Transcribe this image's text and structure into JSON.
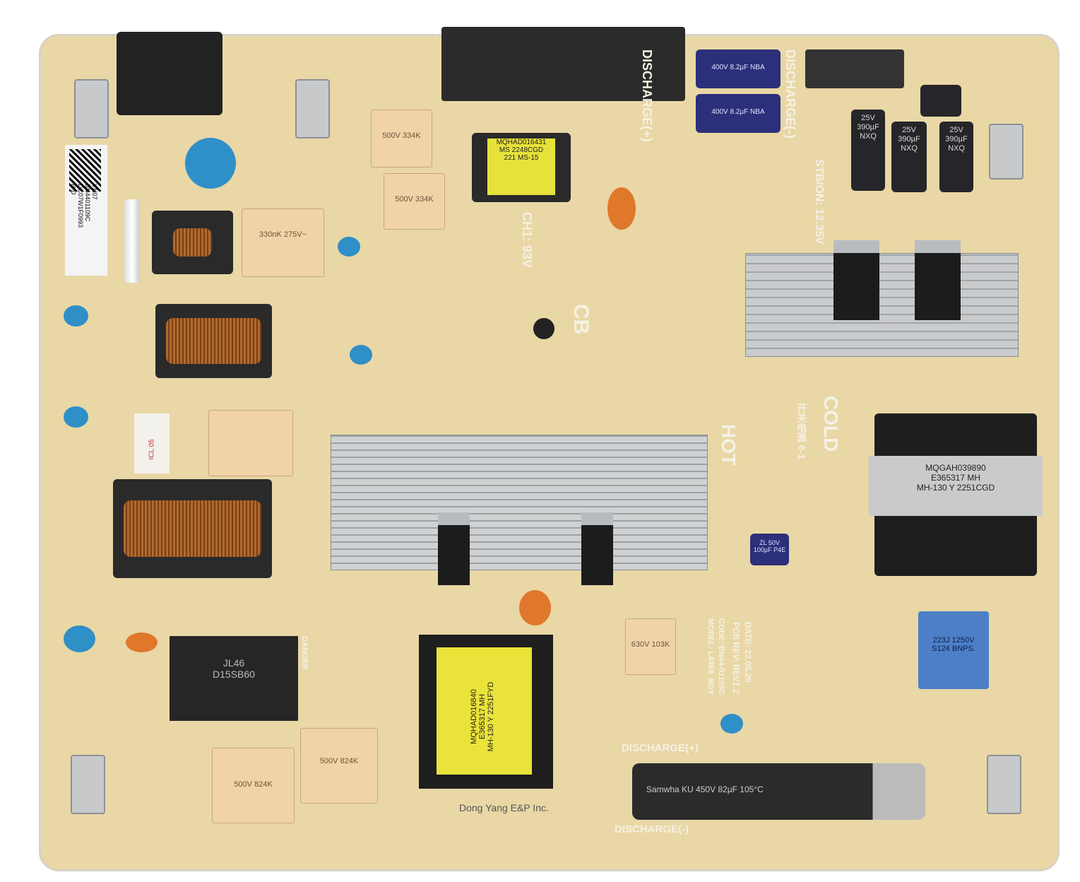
{
  "label_sticker": {
    "lines": [
      "VN07",
      "BN4401109C",
      "DC07W1F0993",
      "R.D"
    ]
  },
  "silkscreen": {
    "discharge_plus": "DISCHARGE(+)",
    "discharge_minus": "DISCHARGE(-)",
    "discharge_top": "DISCHARGE(+)",
    "discharge_top2": "DISCHARGE(-)",
    "stb_on": "STB/ON: 12.35V",
    "ch1": "CH1: 93V",
    "cb": "CB",
    "hot": "HOT",
    "cold": "COLD",
    "chinese": "开关电源 6-1",
    "danger": "DANGER",
    "maker": "Dong Yang E&P Inc.",
    "pcb_rev": "PCB REV: REV1.2",
    "date": "DATE: 22.05.20",
    "model": "MODEL: L43E6_BDY",
    "code": "CODE: BN44-01109C"
  },
  "components": {
    "main_transformer": [
      "MQGAH039890",
      "E365317 MH",
      "MH-130 Y 2251CGD"
    ],
    "yellow_transformer": [
      "MQHAD016840",
      "E365317 MH",
      "MH-130 Y 2251FYD"
    ],
    "small_transformer": [
      "MQHAD016431",
      "MS 2248CGD",
      "221 MS-15"
    ],
    "bridge_rectifier": [
      "D15SB60",
      "JL46"
    ],
    "bulk_capacitor": "Samwha KU 450V 82µF 105°C",
    "blue_film_cap": [
      "223J 1250V",
      "S124 BNPS."
    ],
    "film_cap_334k": "500V 334K",
    "film_cap_824k": "500V 824K",
    "film_cap_103k": "630V 103K",
    "x_cap": "330nK 275V~",
    "small_elcap": "ZL 50V 100µF P4E",
    "hv_caps": "400V 8.2µF NBA",
    "lv_caps": "25V 390µF NXQ",
    "thermistor": "ICL 05"
  },
  "colors": {
    "board": "#e9d7a6",
    "silk": "#f6f1e4",
    "heatsink": "#c6c8ca",
    "ycap": "#2f8fc7"
  }
}
